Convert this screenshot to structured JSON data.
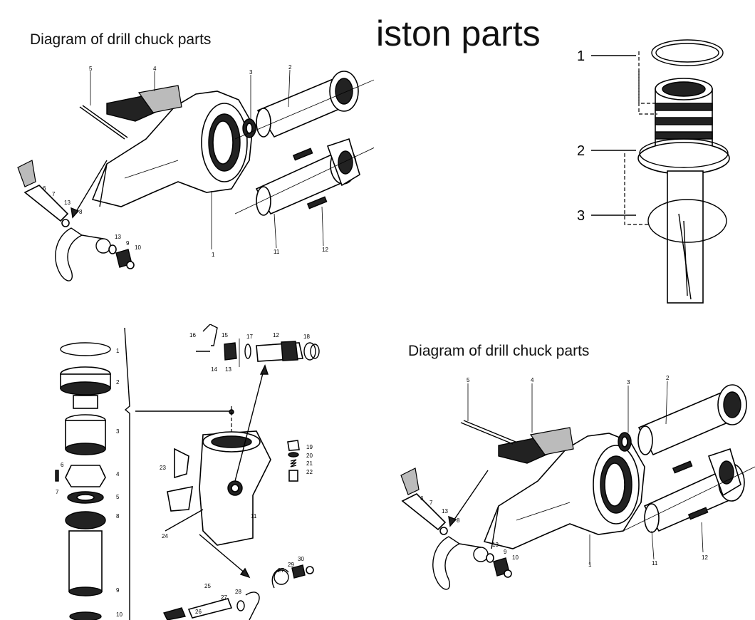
{
  "panels": {
    "top_left": {
      "title": "Diagram of drill chuck parts",
      "callouts": [
        "1",
        "2",
        "3",
        "4",
        "5",
        "6",
        "7",
        "8",
        "9",
        "10",
        "11",
        "12",
        "13",
        "13"
      ]
    },
    "top_right": {
      "title": "iston  parts",
      "callouts": [
        "1",
        "2",
        "3"
      ]
    },
    "bottom_left": {
      "callouts_column": [
        "1",
        "2",
        "3",
        "4",
        "5",
        "6",
        "7",
        "8",
        "9",
        "10"
      ],
      "callouts_assembly": [
        "11",
        "12",
        "13",
        "14",
        "15",
        "16",
        "17",
        "18",
        "19",
        "20",
        "21",
        "22",
        "23",
        "24",
        "25",
        "26",
        "27",
        "27",
        "28",
        "29",
        "30"
      ]
    },
    "bottom_right": {
      "title": "Diagram of drill chuck parts",
      "callouts": [
        "1",
        "2",
        "3",
        "4",
        "5",
        "6",
        "7",
        "8",
        "9",
        "10",
        "11",
        "12",
        "13",
        "13"
      ]
    }
  }
}
